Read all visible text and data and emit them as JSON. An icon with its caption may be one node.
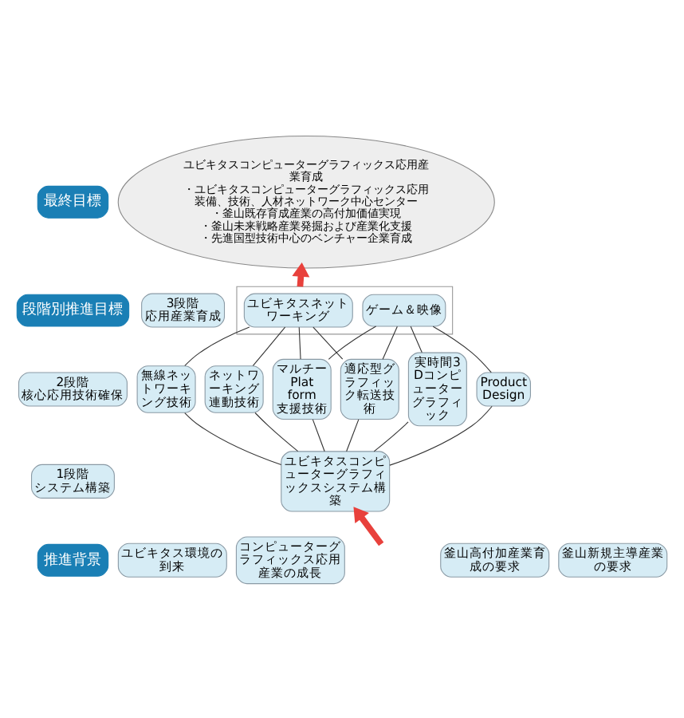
{
  "diagram": {
    "nodes": [
      {
        "text": [
          "最終目標"
        ]
      },
      {
        "text": [
          "ユビキタスコンピューターグラフィックス応用産業育成",
          "・ユビキタスコンピューターグラフィックス応用装備、技術、人材ネットワーク中心センター",
          "・釜山既存育成産業の高付加価値実現",
          "・釜山未来戦略産業発掘および産業化支援",
          "・先進国型技術中心のベンチャー企業育成"
        ]
      },
      {
        "text": [
          "段階別推進目標"
        ]
      },
      {
        "text": [
          "3段階",
          "応用産業育成"
        ]
      },
      {
        "text": [],
        "shape": "box"
      },
      {
        "text": [
          "ユビキタスネットワーキング"
        ],
        "in": 4
      },
      {
        "text": [
          "ゲーム＆映像"
        ],
        "in": 4
      },
      {
        "text": [
          "2段階",
          "核心応用技術確保"
        ]
      },
      {
        "text": [
          "無線ネットワーキング技術"
        ]
      },
      {
        "text": [
          "ネットワーキング連動技術"
        ]
      },
      {
        "text": [
          "マルチーPlatform支援技術"
        ]
      },
      {
        "text": [
          "適応型グラフィック転送技術"
        ]
      },
      {
        "text": [
          "実時間3Dコンピューターグラフィック"
        ]
      },
      {
        "text": [
          "Product Design"
        ]
      },
      {
        "text": [
          "1段階",
          "システム構築"
        ]
      },
      {
        "text": [
          "ユビキタスコンピューターグラフィックスシステム構築"
        ]
      },
      {
        "text": [
          "推進背景"
        ]
      },
      {
        "text": [
          "ユビキタス環境の到来"
        ]
      },
      {
        "text": [
          "コンピューターグラフィックス応用産業の成長"
        ]
      },
      {
        "text": [
          "釜山高付加産業育成の要求"
        ]
      },
      {
        "text": [
          "釜山新規主導産業の要求"
        ]
      }
    ],
    "edges": [
      {
        "from": 4,
        "to": 1,
        "arrow": "to",
        "style": "thick",
        "color": "#e8413c"
      },
      {
        "from": 5,
        "to": 8,
        "arrow": "none"
      },
      {
        "from": 5,
        "to": 9,
        "arrow": "none"
      },
      {
        "from": 5,
        "to": 10,
        "arrow": "none"
      },
      {
        "from": 5,
        "to": 11,
        "arrow": "none"
      },
      {
        "from": 6,
        "to": 10,
        "arrow": "none"
      },
      {
        "from": 6,
        "to": 11,
        "arrow": "none"
      },
      {
        "from": 6,
        "to": 12,
        "arrow": "none"
      },
      {
        "from": 6,
        "to": 13,
        "arrow": "none"
      },
      {
        "from": 8,
        "to": 15,
        "arrow": "none"
      },
      {
        "from": 9,
        "to": 15,
        "arrow": "none"
      },
      {
        "from": 10,
        "to": 15,
        "arrow": "none"
      },
      {
        "from": 11,
        "to": 15,
        "arrow": "none"
      },
      {
        "from": 12,
        "to": 15,
        "arrow": "none"
      },
      {
        "from": 13,
        "to": 15,
        "arrow": "none"
      },
      {
        "from": null,
        "to": 15,
        "arrow": "to",
        "style": "thick",
        "color": "#e8413c"
      }
    ]
  }
}
